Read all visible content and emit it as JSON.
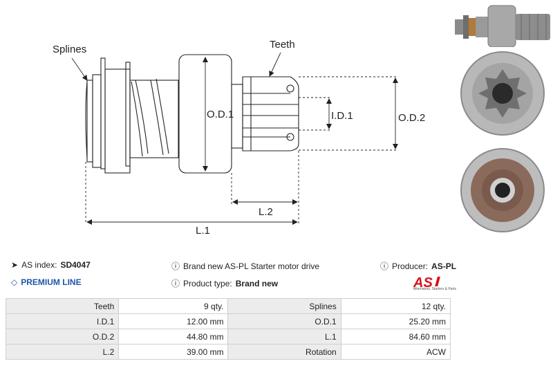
{
  "drawing": {
    "callouts": {
      "splines": "Splines",
      "teeth": "Teeth"
    },
    "dims": {
      "od1": "O.D.1",
      "id1": "I.D.1",
      "od2": "O.D.2",
      "l2": "L.2",
      "l1": "L.1"
    }
  },
  "info": {
    "as_index_label": "AS index:",
    "as_index_value": "SD4047",
    "premium": "PREMIUM LINE",
    "description": "Brand new AS-PL Starter motor drive",
    "product_type_label": "Product type:",
    "product_type_value": "Brand new",
    "producer_label": "Producer:",
    "producer_value": "AS-PL",
    "logo_text": "AS",
    "logo_tagline": "Alternators, Starters & Parts"
  },
  "specs": [
    {
      "label1": "Teeth",
      "value1": "9 qty.",
      "label2": "Splines",
      "value2": "12 qty."
    },
    {
      "label1": "I.D.1",
      "value1": "12.00 mm",
      "label2": "O.D.1",
      "value2": "25.20 mm"
    },
    {
      "label1": "O.D.2",
      "value1": "44.80 mm",
      "label2": "L.1",
      "value2": "84.60 mm"
    },
    {
      "label1": "L.2",
      "value1": "39.00 mm",
      "label2": "Rotation",
      "value2": "ACW"
    }
  ],
  "colors": {
    "premium": "#1d56a8",
    "logo_red": "#d6141c",
    "line": "#222222"
  }
}
